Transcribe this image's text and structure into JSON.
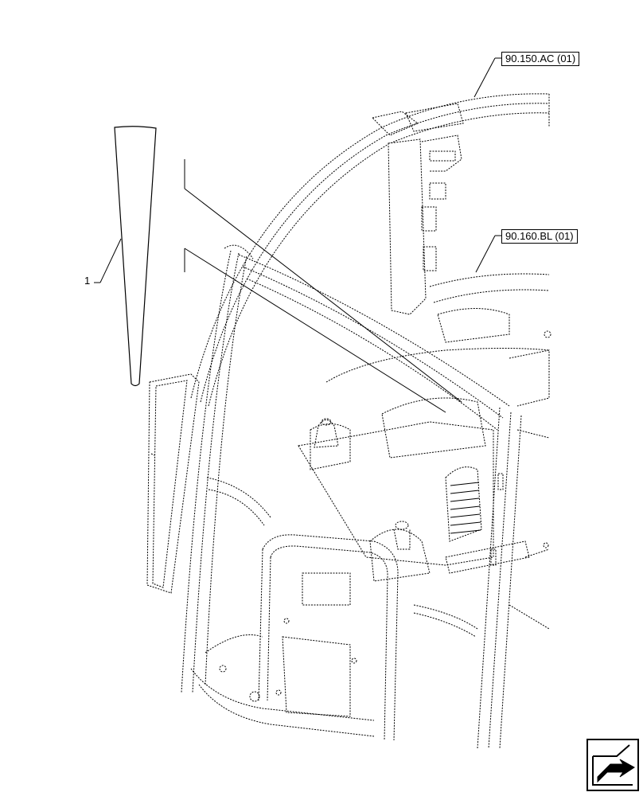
{
  "references": {
    "ref_top": "90.150.AC (01)",
    "ref_mid": "90.160.BL (01)"
  },
  "item": {
    "label": "1"
  },
  "nav": {
    "icon": "arrow-next-page-icon"
  },
  "colors": {
    "line": "#000000",
    "background": "#ffffff"
  }
}
